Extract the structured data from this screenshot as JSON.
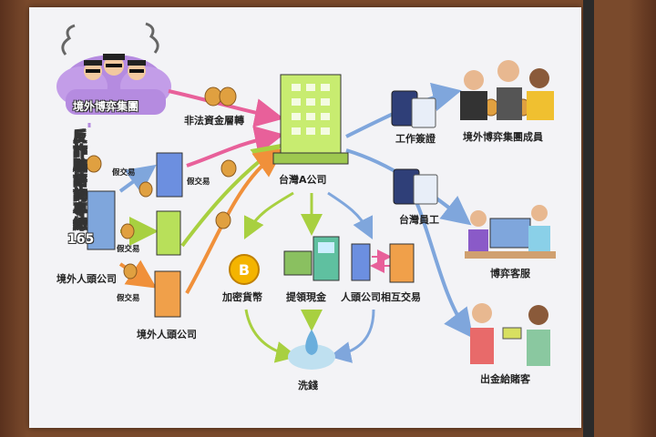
{
  "labels": {
    "cloud_group": "境外博弈集團",
    "vertical_slogan": "反詐騙諮詢專線",
    "hotline_number": "165",
    "illegal_transfer": "非法資金層轉",
    "fake_trade_1": "假交易",
    "fake_trade_2": "假交易",
    "fake_trade_3": "假交易",
    "fake_trade_4": "假交易",
    "offshore_nominee_left": "境外人頭公司",
    "offshore_nominee_bottom": "境外人頭公司",
    "taiwan_company": "台灣A公司",
    "work_visa": "工作簽證",
    "group_members": "境外博弈集團成員",
    "taiwan_staff": "台灣員工",
    "gambling_service": "博弈客服",
    "crypto": "加密貨幣",
    "cash_withdraw": "提領現金",
    "nominee_mutual": "人頭公司相互交易",
    "payout": "出金給賭客",
    "laundering": "洗錢"
  },
  "colors": {
    "arrow_pink": "#e8609a",
    "arrow_orange": "#f0903a",
    "arrow_lime": "#a8d040",
    "arrow_blue": "#7fa6dc",
    "building_green": "#b8e05a",
    "building_blue": "#6c8fe0",
    "building_orange": "#f0a04a",
    "cloud": "#b58be0"
  },
  "icons": [
    "money-bag-icon",
    "building-icon",
    "passport-icon",
    "bitcoin-icon",
    "atm-icon",
    "water-drop-icon",
    "person-icon",
    "computer-icon"
  ]
}
